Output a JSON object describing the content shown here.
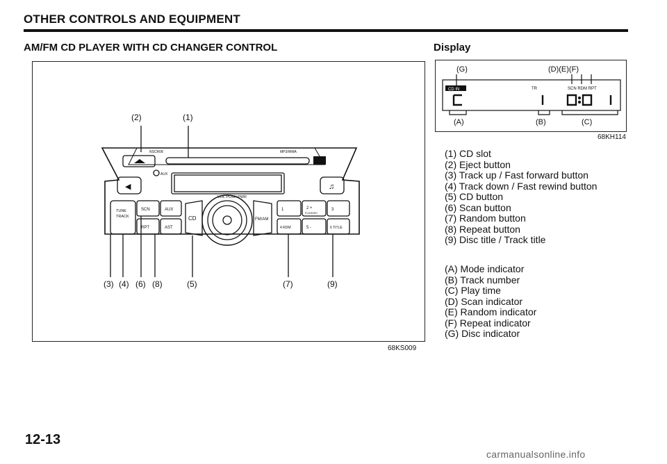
{
  "header": {
    "section_title": "OTHER CONTROLS AND EQUIPMENT"
  },
  "figure": {
    "title": "AM/FM CD PLAYER WITH CD CHANGER CONTROL",
    "code": "68KS009",
    "callouts_top": [
      "(2)",
      "(1)"
    ],
    "callouts_bottom": [
      "(3)",
      "(4)",
      "(6)",
      "(8)",
      "(5)",
      "(7)",
      "(9)"
    ],
    "panel_text": {
      "brand": "NSCR08",
      "mp3": "MP3/WMA",
      "aux_jack": "AUX",
      "vol": "VOL PUSH PWR",
      "tune": "TUNE",
      "track": "TRACK",
      "scn": "SCN",
      "aux": "AUX",
      "rpt": "RPT",
      "ast": "AST",
      "cd": "CD",
      "fmam": "FM/AM",
      "p1": "1",
      "p2": "2 +",
      "fld": "FLD/DISC",
      "p3": "3",
      "p4": "4 RDM",
      "p5": "5 -",
      "p6": "6 TITLE"
    }
  },
  "display": {
    "title": "Display",
    "code": "68KH114",
    "callouts_top": [
      "(G)",
      "(D)(E)(F)"
    ],
    "callouts_bottom": [
      "(A)",
      "(B)",
      "(C)"
    ],
    "lcd_text": {
      "cd_in": "CD IN",
      "tr": "TR",
      "indicators": "SCN RDM RPT"
    }
  },
  "controls_legend": [
    "(1) CD slot",
    "(2) Eject button",
    "(3) Track up / Fast forward button",
    "(4) Track down / Fast rewind button",
    "(5) CD button",
    "(6) Scan button",
    "(7) Random button",
    "(8) Repeat button",
    "(9) Disc title / Track title"
  ],
  "indicators_legend": [
    "(A) Mode indicator",
    "(B) Track number",
    "(C) Play time",
    "(D) Scan indicator",
    "(E) Random indicator",
    "(F) Repeat indicator",
    "(G) Disc indicator"
  ],
  "footer": {
    "page_number": "12-13",
    "watermark": "carmanualsonline.info"
  }
}
